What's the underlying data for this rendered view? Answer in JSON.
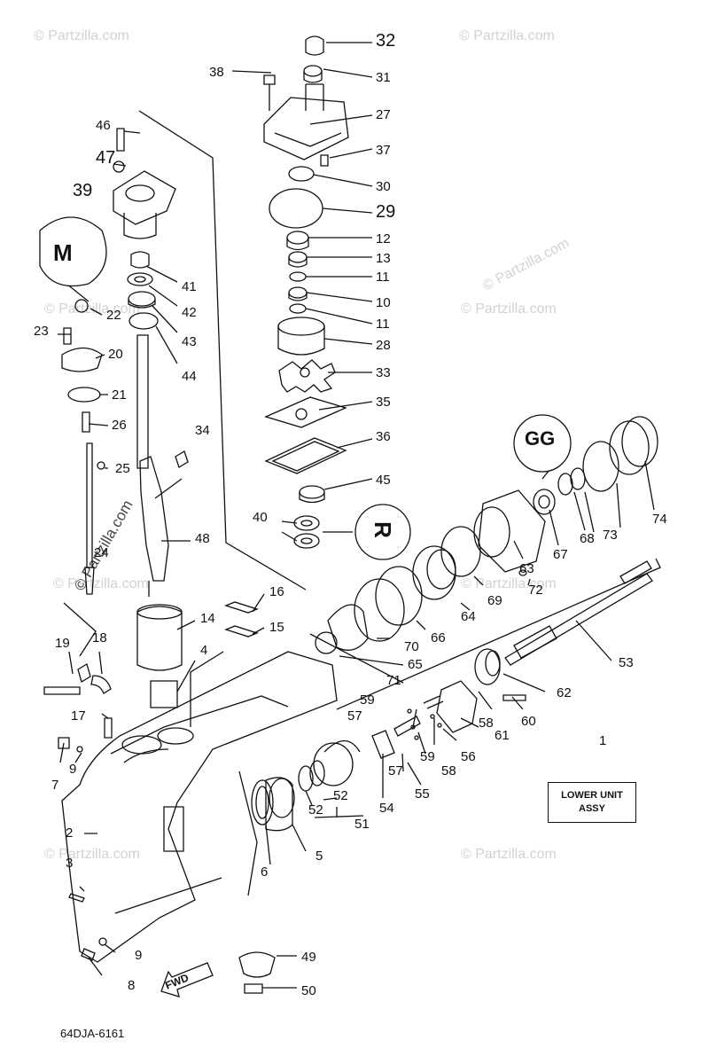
{
  "watermarks": {
    "text": "© Partzilla.com"
  },
  "diagram_code": "64DJA-6161",
  "fwd_label": "FWD",
  "lower_unit_box": {
    "line1": "LOWER UNIT",
    "line2": "ASSY"
  },
  "callouts": {
    "m": "M",
    "r": "R",
    "gg": "GG"
  },
  "labels": {
    "p1": "1",
    "p2": "2",
    "p3": "3",
    "p4": "4",
    "p5": "5",
    "p6": "6",
    "p7": "7",
    "p8": "8",
    "p9a": "9",
    "p9b": "9",
    "p10": "10",
    "p11a": "11",
    "p11b": "11",
    "p12": "12",
    "p13": "13",
    "p14": "14",
    "p15": "15",
    "p16": "16",
    "p17": "17",
    "p18": "18",
    "p19": "19",
    "p20": "20",
    "p21": "21",
    "p22": "22",
    "p23": "23",
    "p24": "24",
    "p25": "25",
    "p26": "26",
    "p27": "27",
    "p28": "28",
    "p29": "29",
    "p30": "30",
    "p31": "31",
    "p32": "32",
    "p33": "33",
    "p34": "34",
    "p35": "35",
    "p36": "36",
    "p37": "37",
    "p38": "38",
    "p39": "39",
    "p40": "40",
    "p41": "41",
    "p42": "42",
    "p43": "43",
    "p44": "44",
    "p45": "45",
    "p46": "46",
    "p47": "47",
    "p48": "48",
    "p49": "49",
    "p50": "50",
    "p51": "51",
    "p52a": "52",
    "p52b": "52",
    "p53": "53",
    "p54": "54",
    "p55": "55",
    "p56": "56",
    "p57a": "57",
    "p57b": "57",
    "p58a": "58",
    "p58b": "58",
    "p59a": "59",
    "p59b": "59",
    "p60": "60",
    "p61": "61",
    "p62": "62",
    "p63": "63",
    "p64": "64",
    "p65": "65",
    "p66": "66",
    "p67": "67",
    "p68": "68",
    "p69": "69",
    "p70": "70",
    "p71": "71",
    "p72": "72",
    "p73": "73",
    "p74": "74"
  }
}
